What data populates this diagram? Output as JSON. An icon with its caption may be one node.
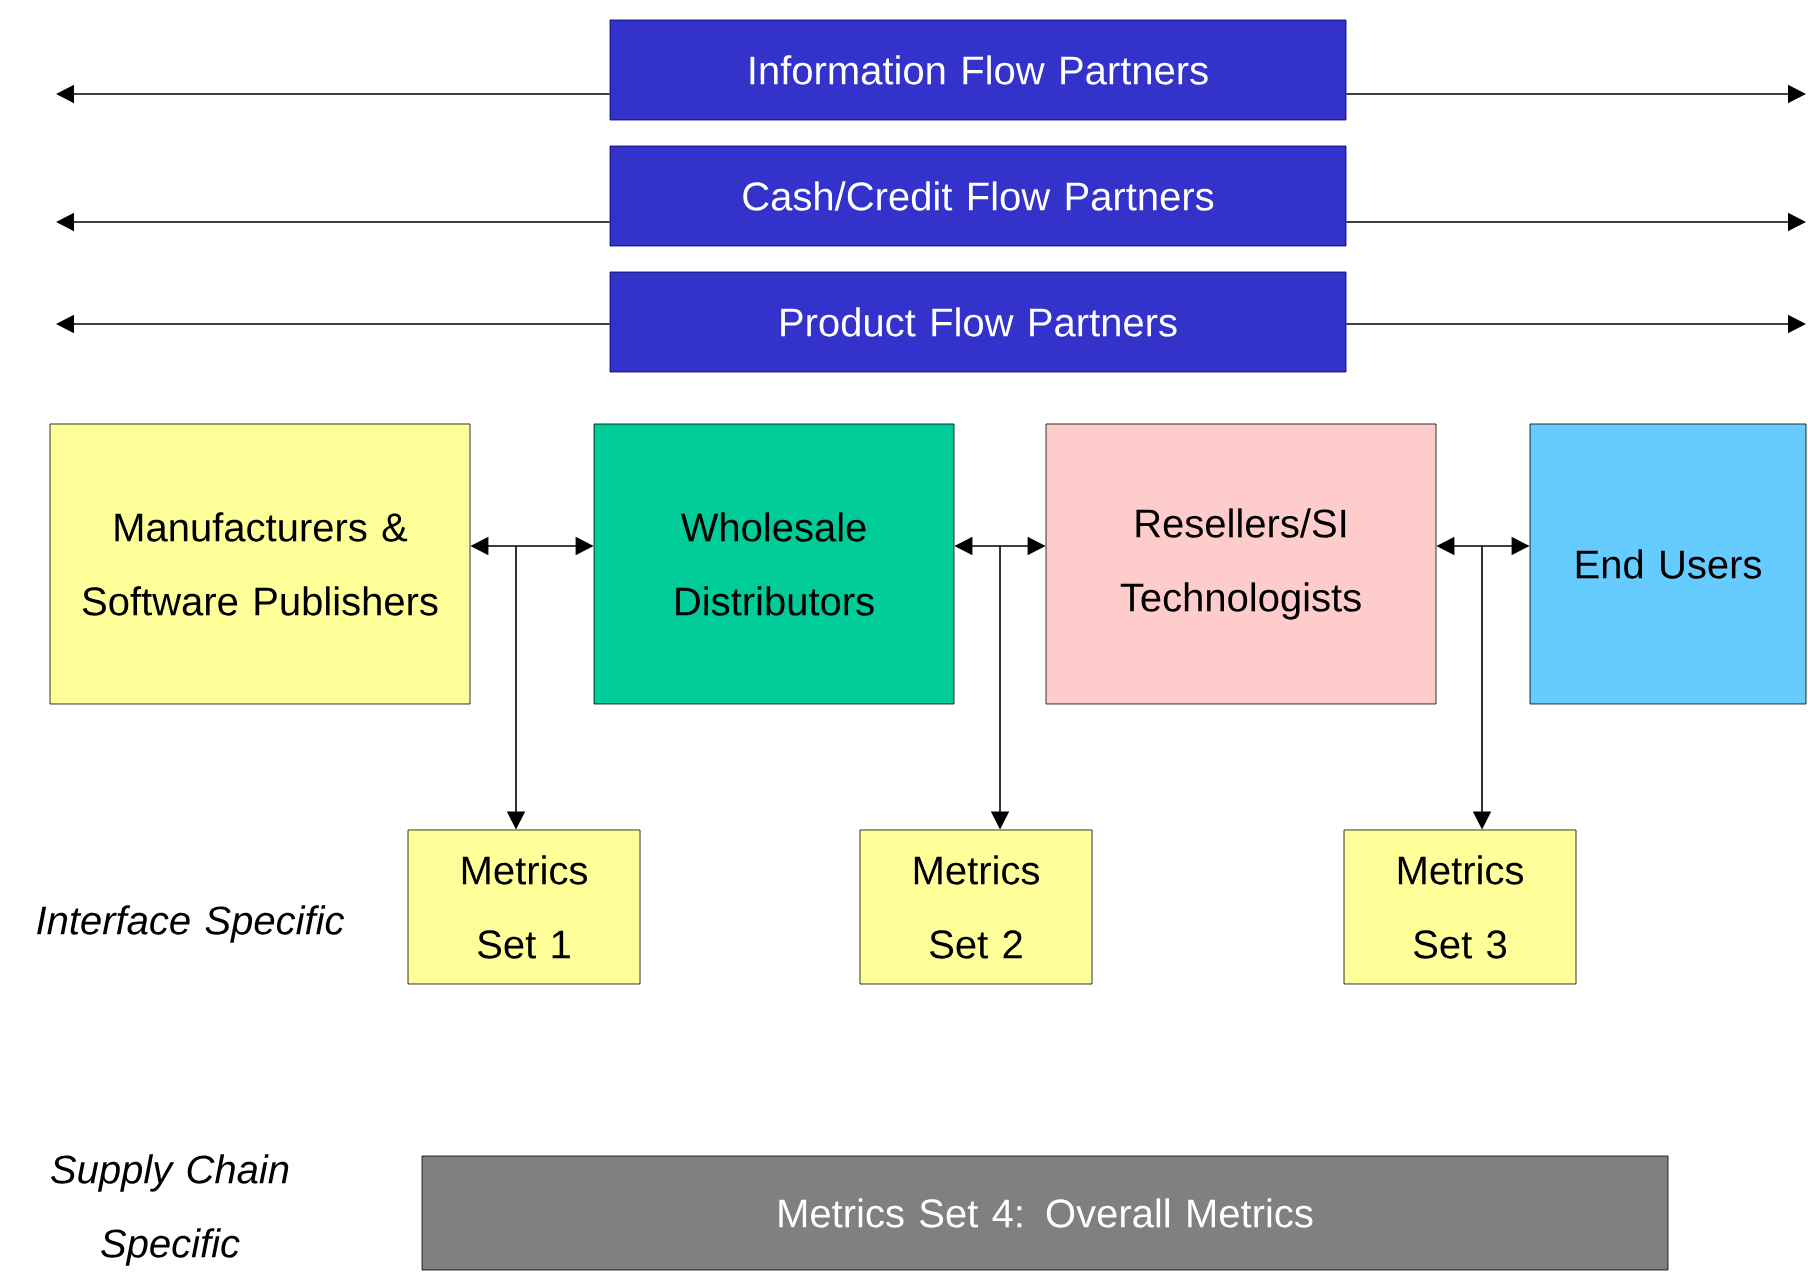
{
  "diagram": {
    "nodes": [
      {
        "text": [
          "Information Flow Partners"
        ]
      },
      {
        "text": [
          "Cash/Credit Flow Partners"
        ]
      },
      {
        "text": [
          "Product Flow Partners"
        ]
      },
      {
        "text": [
          "Manufacturers & Software Publishers"
        ]
      },
      {
        "text": [
          "Wholesale Distributors"
        ]
      },
      {
        "text": [
          "Resellers/SI Technologists"
        ]
      },
      {
        "text": [
          "End Users"
        ]
      },
      {
        "text": [
          "Metrics Set 1"
        ]
      },
      {
        "text": [
          "Metrics Set 2"
        ]
      },
      {
        "text": [
          "Metrics Set 3"
        ]
      },
      {
        "text": [
          "Metrics Set 4: Overall Metrics"
        ]
      }
    ],
    "edges": [
      {
        "from": 0,
        "to": null,
        "arrow": "to"
      },
      {
        "from": 0,
        "to": null,
        "arrow": "to"
      },
      {
        "from": 1,
        "to": null,
        "arrow": "to"
      },
      {
        "from": 1,
        "to": null,
        "arrow": "to"
      },
      {
        "from": 2,
        "to": null,
        "arrow": "to"
      },
      {
        "from": 2,
        "to": null,
        "arrow": "to"
      },
      {
        "from": 3,
        "to": 4,
        "arrow": "both"
      },
      {
        "from": 4,
        "to": 5,
        "arrow": "both"
      },
      {
        "from": 5,
        "to": 6,
        "arrow": "both"
      },
      {
        "from": null,
        "to": 7,
        "arrow": "to"
      },
      {
        "from": null,
        "to": 8,
        "arrow": "to"
      },
      {
        "from": null,
        "to": 9,
        "arrow": "to"
      }
    ],
    "labels": [
      "Interface Specific",
      "Supply Chain Specific"
    ]
  }
}
